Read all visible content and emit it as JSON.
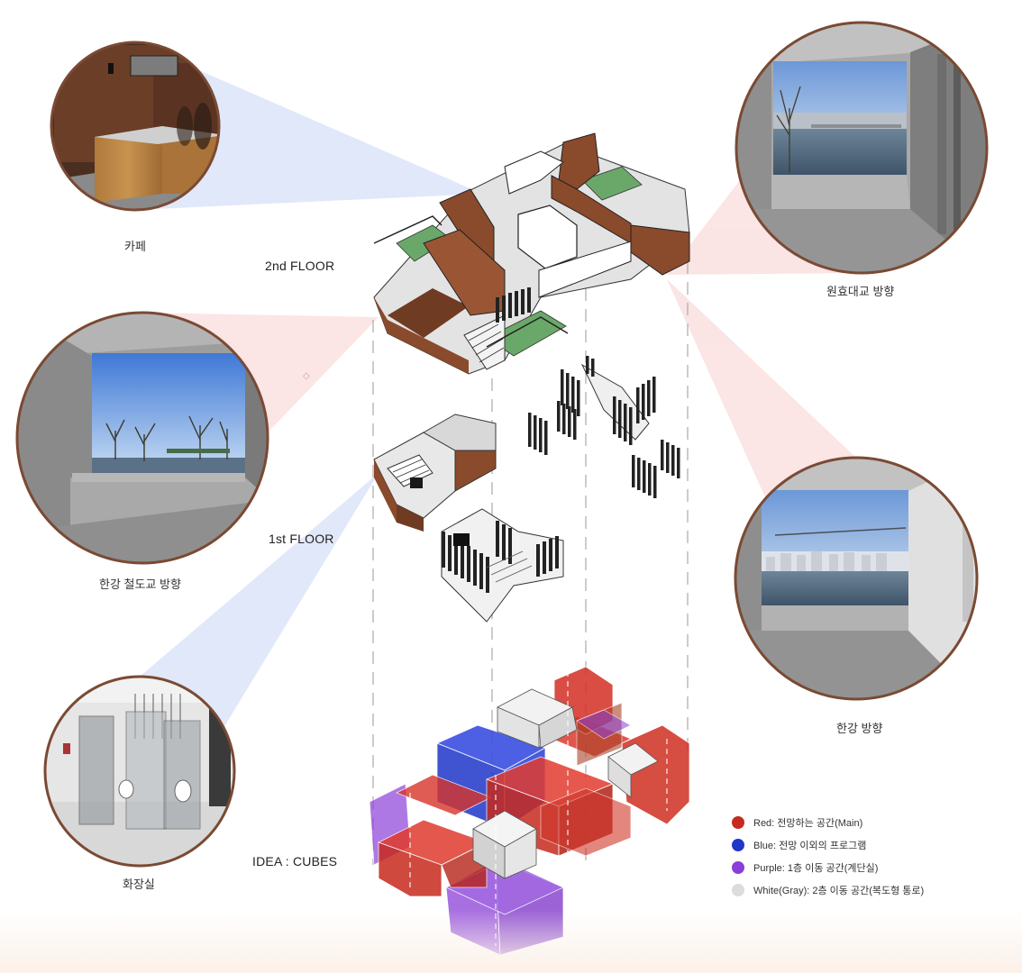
{
  "floors": {
    "second": "2nd FLOOR",
    "first": "1st FLOOR",
    "idea": "IDEA : CUBES"
  },
  "views": {
    "cafe": "카페",
    "railway_bridge": "한강 철도교 방향",
    "restroom": "화장실",
    "wonhyo_bridge": "원효대교 방향",
    "hangang": "한강 방향"
  },
  "legend": [
    {
      "color": "#c72a1e",
      "text": "Red: 전망하는 공간(Main)"
    },
    {
      "color": "#1f37c9",
      "text": "Blue: 전망 이외의 프로그램"
    },
    {
      "color": "#8b3fd8",
      "text": "Purple: 1층 이동 공간(계단실)"
    },
    {
      "color": "#dcdcdc",
      "text": "White(Gray): 2층 이동 공간(복도형 통로)"
    }
  ],
  "colors": {
    "wall_brown": "#8a4a2c",
    "floor_gray": "#d9d9d9",
    "terrace_green": "#6aa86a",
    "frame_ring": "#7a4a33",
    "beam_blue": "#c9d8f5",
    "beam_red": "#f8d3d3"
  },
  "icons": {
    "legend_marker": "filled-circle"
  }
}
